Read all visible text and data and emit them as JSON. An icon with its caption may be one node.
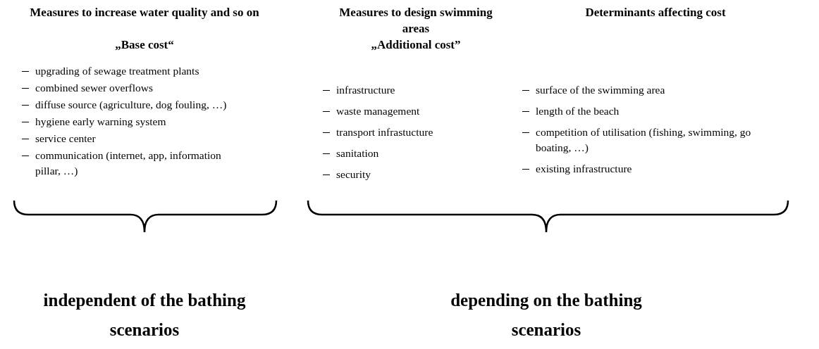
{
  "diagram": {
    "labels": [
      "Measures to increase water quality and so on",
      "„Base cost“",
      "Measures to design swimming areas",
      "„Additional cost”",
      "Determinants affecting cost",
      "upgrading of sewage treatment plants",
      "combined sewer overflows",
      "diffuse source (agriculture, dog fouling, …)",
      "hygiene early warning system",
      "service center",
      "communication (internet, app, information pillar, …)",
      "infrastructure",
      "waste management",
      "transport infrastucture",
      "sanitation",
      "security",
      "surface of the swimming area",
      "length of the beach",
      "competition of utilisation (fishing, swimming, go boating, …)",
      "existing infrastructure",
      "independent of the bathing scenarios",
      "depending on the bathing scenarios"
    ]
  }
}
